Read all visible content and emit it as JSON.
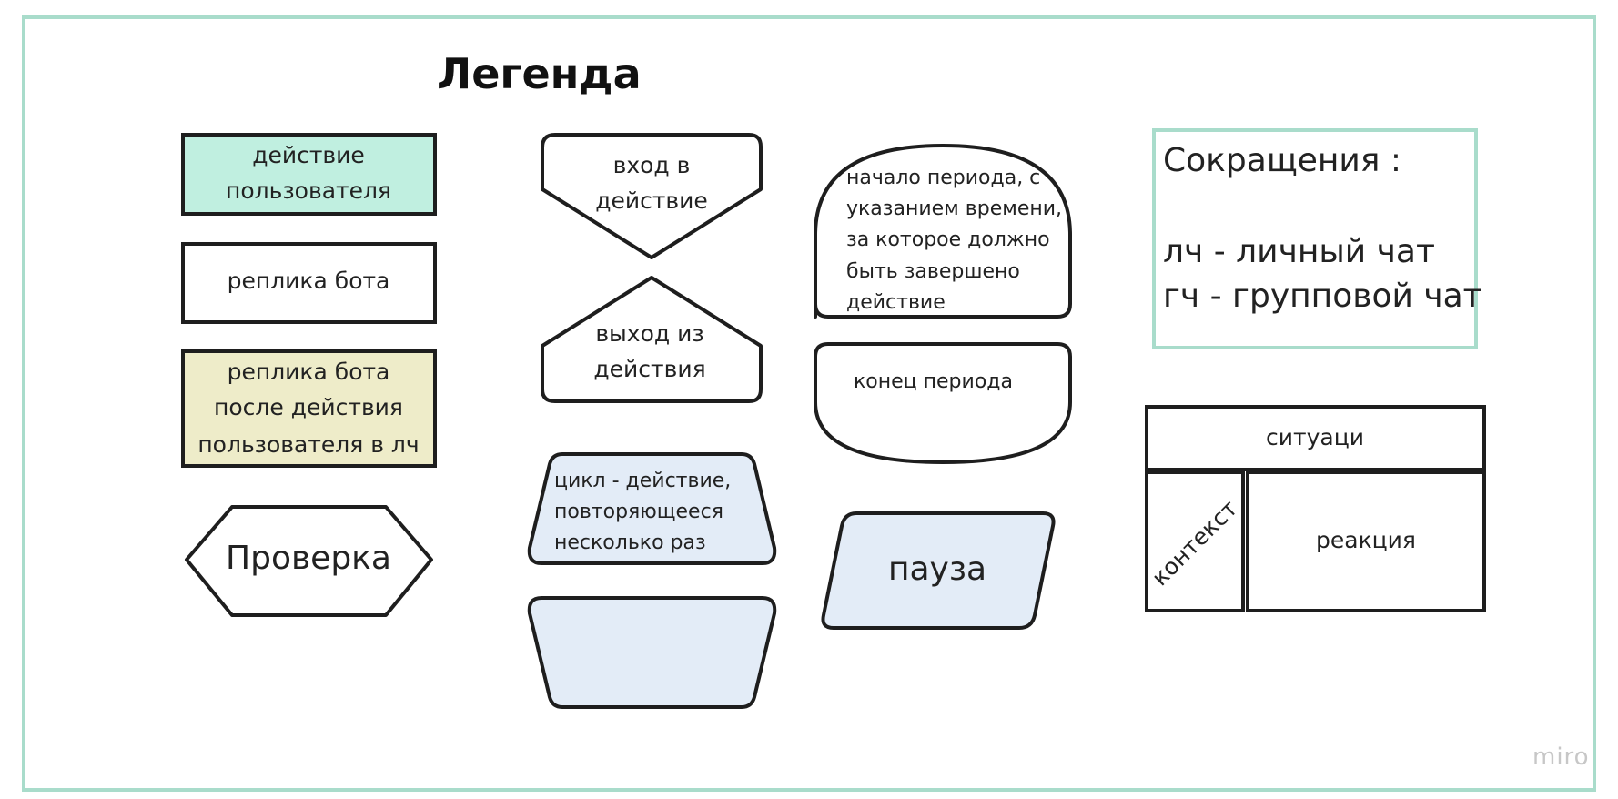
{
  "title": "Легенда",
  "watermark": "miro",
  "colors": {
    "frame": "#a9dccb",
    "stroke": "#1e1e1e",
    "user_action_fill": "#c0efe0",
    "bot_after_fill": "#eeecc9",
    "blue_fill": "#e3ecf7",
    "white": "#ffffff"
  },
  "shapes": {
    "user_action": {
      "line1": "действие",
      "line2": "пользователя"
    },
    "bot_reply": {
      "line1": "реплика бота"
    },
    "bot_after": {
      "line1": "реплика бота",
      "line2": "после действия",
      "line3": "пользователя в лч"
    },
    "check": {
      "line1": "Проверка"
    },
    "enter": {
      "line1": "вход в",
      "line2": "действие"
    },
    "exit": {
      "line1": "выход из",
      "line2": "действия"
    },
    "loop": {
      "line1": "цикл - действие,",
      "line2": "повторяющееся",
      "line3": "несколько раз"
    },
    "loop_end": {},
    "period_start": {
      "line1": "начало периода, с",
      "line2": "указанием времени,",
      "line3": "за которое должно",
      "line4": "быть завершено",
      "line5": "действие"
    },
    "period_end": {
      "line1": "конец периода"
    },
    "pause": {
      "line1": "пауза"
    }
  },
  "abbreviations": {
    "heading": "Сокращения :",
    "items": [
      "лч - личный чат",
      "гч - групповой чат"
    ]
  },
  "situation_table": {
    "header": "ситуаци",
    "context": "контекст",
    "reaction": "реакция"
  }
}
